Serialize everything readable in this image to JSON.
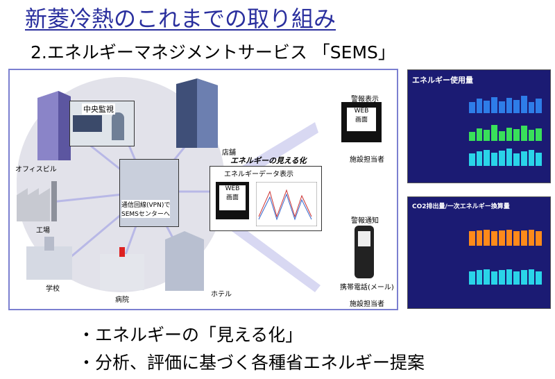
{
  "title": "新菱冷熱のこれまでの取り組み",
  "subtitle": "2.エネルギーマネジメントサービス 「SEMS」",
  "diagram": {
    "central_monitor": "中央監視",
    "office_building": "オフィスビル",
    "store": "店舗",
    "factory": "工場",
    "school": "学校",
    "hospital": "病院",
    "hotel": "ホテル",
    "vpn_center": "通信回線(VPN)で\nSEMSセンターへ",
    "visualization_title": "エネルギーの見える化",
    "energy_data_display": "エネルギーデータ表示",
    "web_screen": "WEB\n画面",
    "alarm_display": "警報表示",
    "alarm_notice": "警報通知",
    "facility_manager": "施設担当者",
    "mobile_phone": "携帯電話(メール)"
  },
  "screens": {
    "top_title": "エネルギー使用量",
    "bottom_title": "CO2排出量/一次エネルギー換算量",
    "colors": {
      "cyan": "#2ad4e8",
      "green": "#39e05a",
      "orange": "#ff8a1a",
      "blue": "#2e7de8"
    }
  },
  "bullets": [
    "・エネルギーの「見える化」",
    "・分析、評価に基づく各種省エネルギー提案"
  ]
}
